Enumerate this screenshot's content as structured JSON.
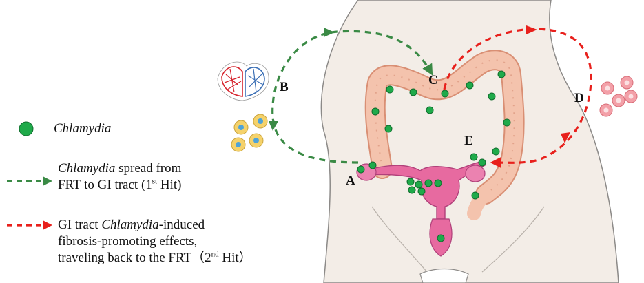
{
  "labels": {
    "a": "A",
    "b": "B",
    "c": "C",
    "d": "D",
    "e": "E"
  },
  "legend": {
    "chlamydia": "Chlamydia",
    "green_arrow_part1": "Chlamydia",
    "green_arrow_part2": " spread from",
    "green_arrow_line2_a": "FRT to GI tract (1",
    "green_arrow_line2_sup": "st",
    "green_arrow_line2_b": " Hit)",
    "red_arrow_line1_a": "GI tract ",
    "red_arrow_line1_i": "Chlamydia",
    "red_arrow_line1_b": "-induced",
    "red_arrow_line2": "fibrosis-promoting effects,",
    "red_arrow_line3_a": "traveling back to the FRT（2",
    "red_arrow_line3_sup": "nd",
    "red_arrow_line3_b": " Hit）"
  },
  "colors": {
    "green_arrow": "#3a8a45",
    "red_arrow": "#e8201c",
    "chlamydia_dot": "#1faa4a",
    "colon": "#f2b9a3",
    "uterus": "#e76aa0",
    "body_skin": "#f2ece6"
  }
}
